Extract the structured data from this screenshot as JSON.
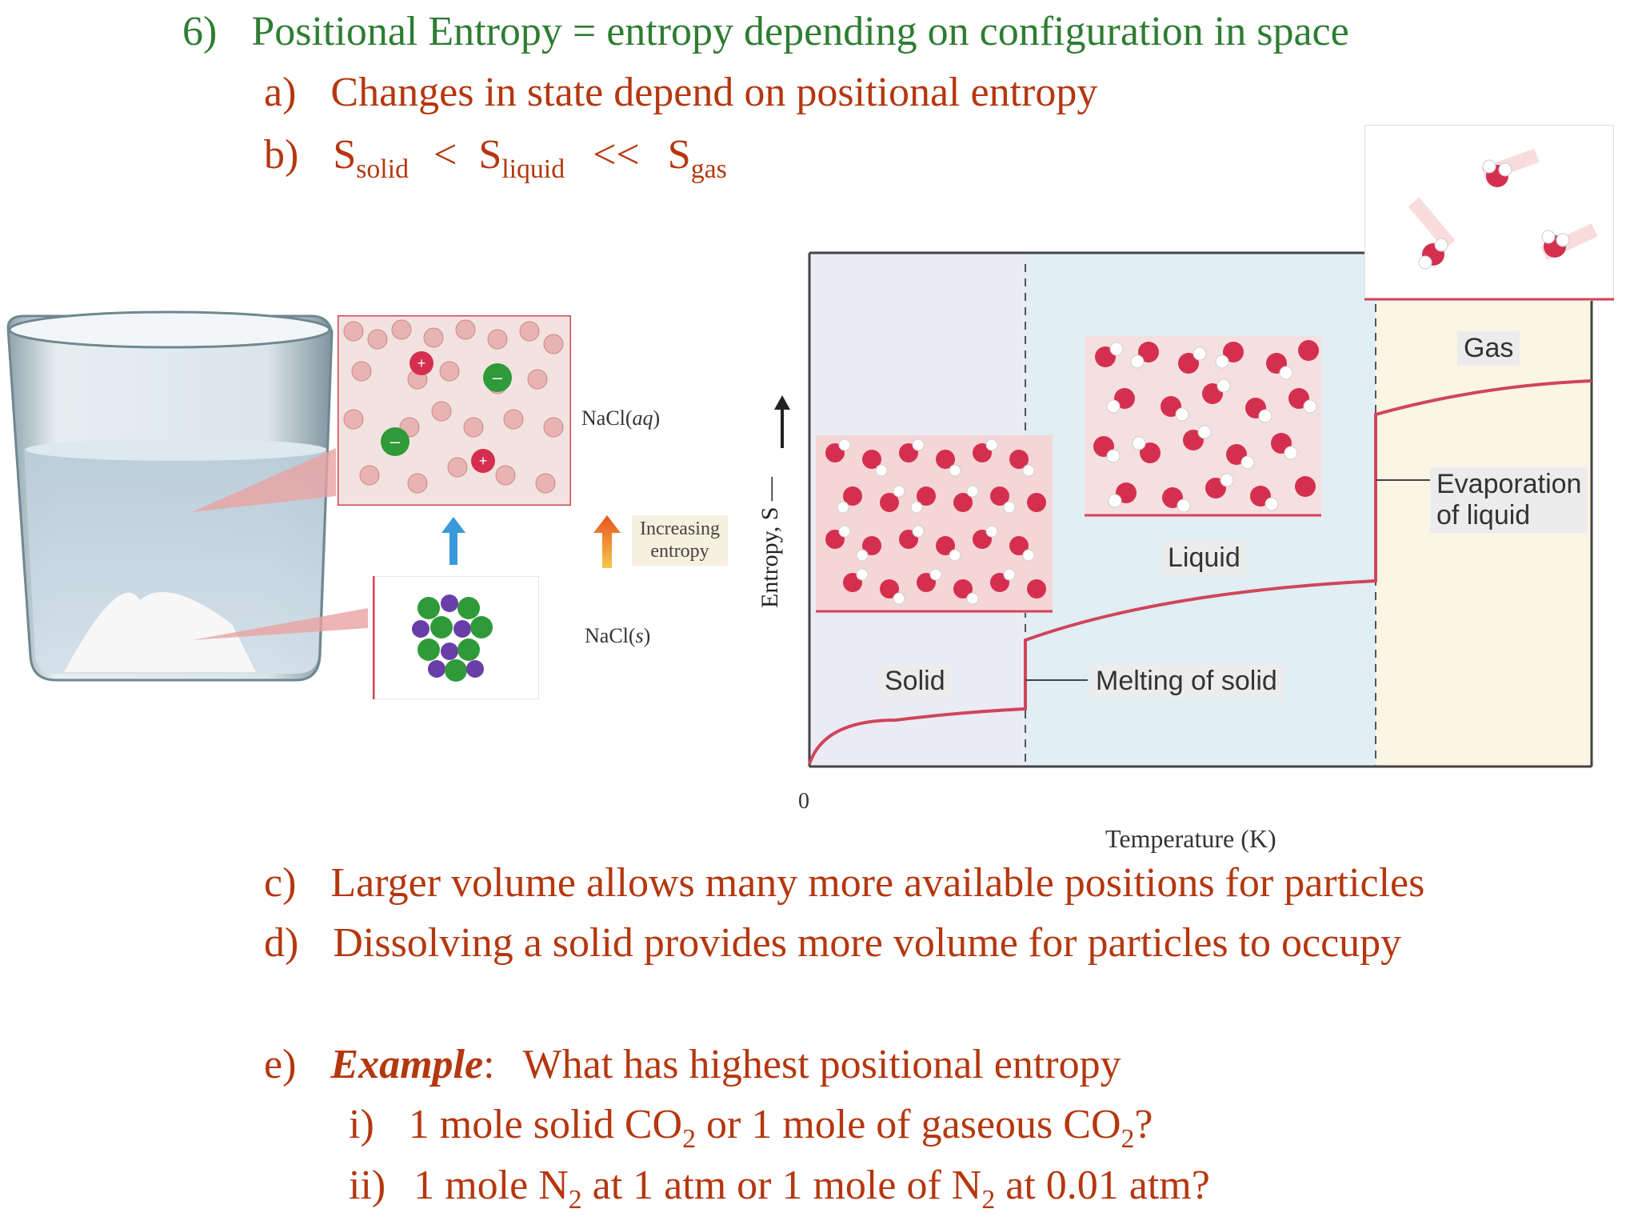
{
  "heading": {
    "number": "6)",
    "text": "Positional Entropy = entropy depending on configuration in space"
  },
  "points": {
    "a": {
      "marker": "a)",
      "text": "Changes in state depend on positional entropy"
    },
    "b": {
      "marker": "b)",
      "s1": "S",
      "sub1": "solid",
      "op1": "<",
      "s2": "S",
      "sub2": "liquid",
      "op2": "<<",
      "s3": "S",
      "sub3": "gas"
    },
    "c": {
      "marker": "c)",
      "text": "Larger volume allows many more available positions for particles"
    },
    "d": {
      "marker": "d)",
      "text": "Dissolving a solid provides more volume for particles to occupy"
    },
    "e": {
      "marker": "e)",
      "emphasis": "Example",
      "colon": ":",
      "text": "What has highest positional entropy",
      "i": {
        "marker": "i)",
        "t1": "1 mole solid CO",
        "sub1": "2",
        "t2": " or 1 mole of gaseous CO",
        "sub2": "2",
        "t3": "?"
      },
      "ii": {
        "marker": "ii)",
        "t1": "1 mole N",
        "sub1": "2",
        "t2": " at 1 atm or 1 mole of N",
        "sub2": "2",
        "t3": " at 0.01 atm?"
      }
    }
  },
  "nacl_figure": {
    "aq_label_prefix": "NaCl(",
    "aq_label_state": "aq",
    "aq_label_suffix": ")",
    "s_label_prefix": "NaCl(",
    "s_label_state": "s",
    "s_label_suffix": ")",
    "arrow_label_line1": "Increasing",
    "arrow_label_line2": "entropy"
  },
  "entropy_chart": {
    "y_label": "Entropy, S",
    "x_label": "Temperature (K)",
    "origin_label": "0",
    "phase_labels": {
      "solid": "Solid",
      "liquid": "Liquid",
      "gas": "Gas"
    },
    "annotations": {
      "melting": "Melting of solid",
      "evaporation_line1": "Evaporation",
      "evaporation_line2": "of liquid"
    },
    "colors": {
      "solid_region": "#ebebf5",
      "liquid_region": "#e1eef4",
      "gas_region": "#fbf5e3",
      "curve": "#d0455a"
    }
  }
}
